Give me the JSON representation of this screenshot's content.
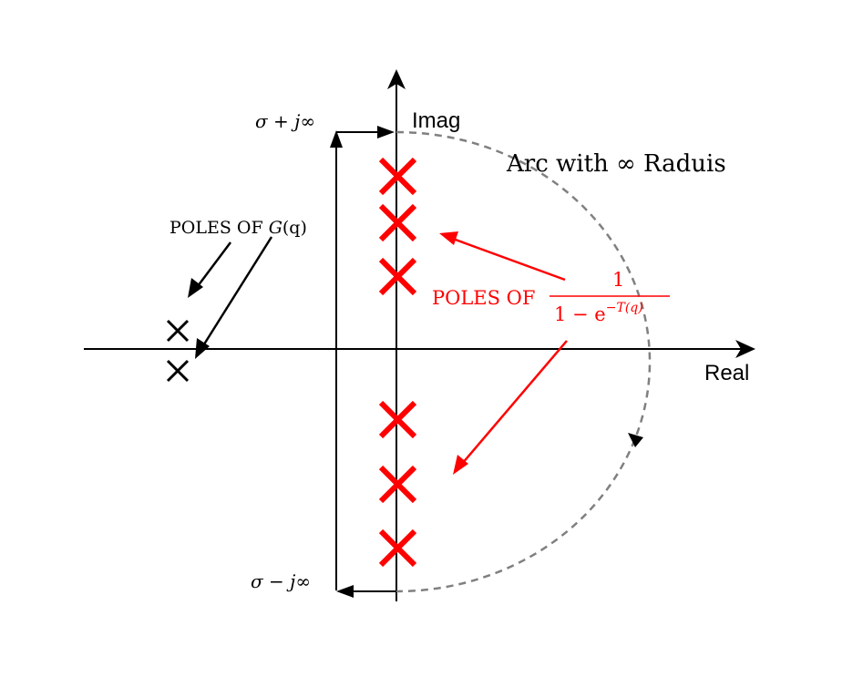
{
  "axes": {
    "imag_label": "Imag",
    "real_label": "Real"
  },
  "contour": {
    "top_label": "σ + j∞",
    "bottom_label": "σ − j∞",
    "arc_label": "Arc with ∞ Raduis"
  },
  "g_poles": {
    "label_prefix": "POLES OF ",
    "label_func": "G",
    "label_arg": "(q)",
    "count": 2
  },
  "periodic_poles": {
    "label_prefix": "POLES OF",
    "numerator": "1",
    "denominator_main": "1 − e",
    "denominator_exp": "−T(q)",
    "count": 6
  },
  "colors": {
    "axis": "#000000",
    "accent": "#ff0000",
    "arc": "#808080",
    "text": "#000000"
  }
}
